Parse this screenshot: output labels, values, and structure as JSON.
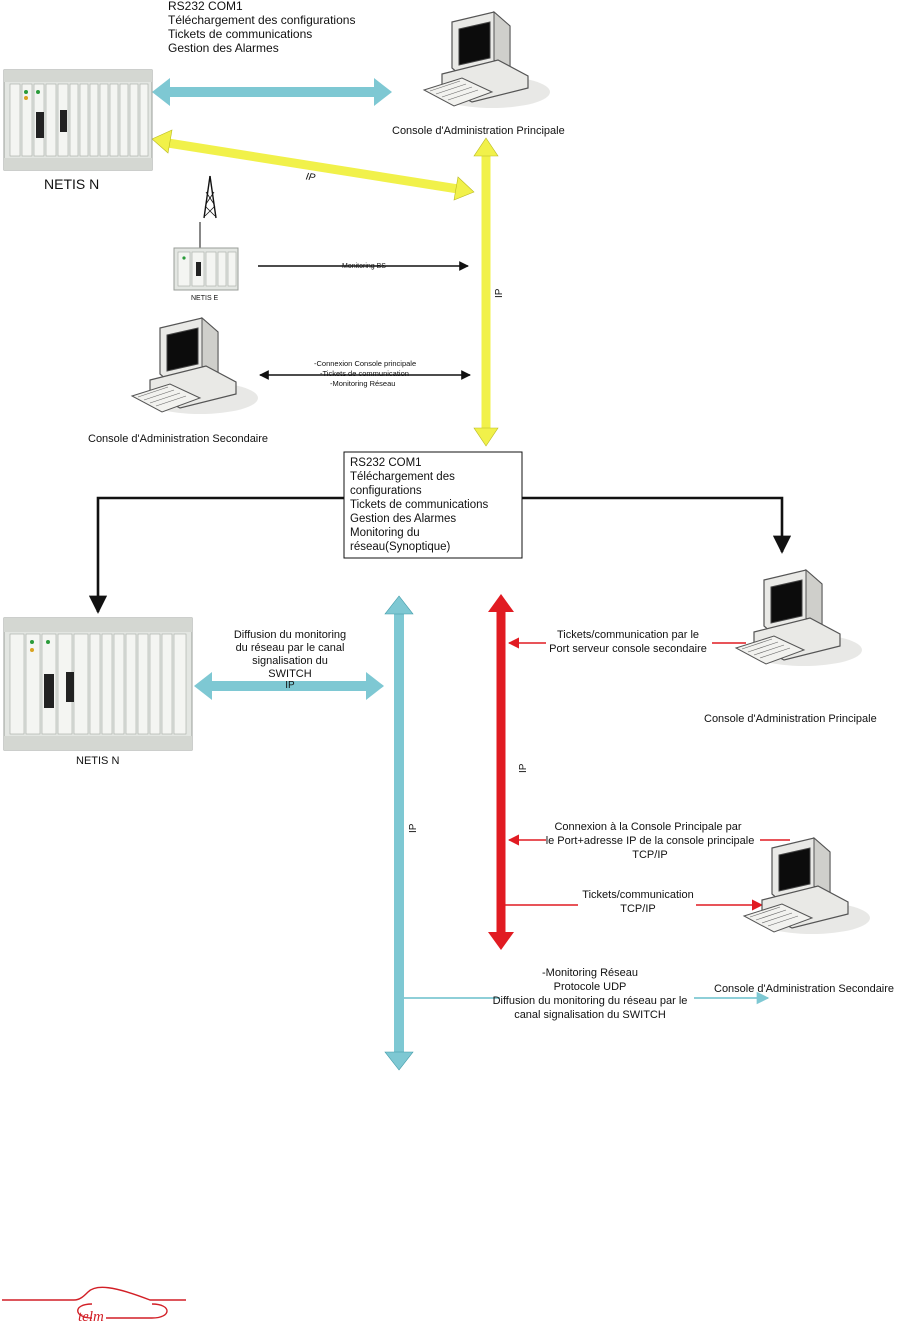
{
  "colors": {
    "cyan": "#7ec8d3",
    "cyan_dark": "#3f9aa8",
    "yellow": "#f1f14a",
    "yellow_dark": "#b9b922",
    "red": "#e11b22",
    "black": "#111111",
    "logo": "#d21f26"
  },
  "top": {
    "rs232_block": [
      "RS232 COM1",
      "Téléchargement des configurations",
      "Tickets de communications",
      "Gestion des Alarmes"
    ],
    "netis_n_label": "NETIS N",
    "console_principale_label": "Console d'Administration Principale",
    "ip_label_diag": "IP",
    "ip_label_vertical": "IP",
    "netis_e_label": "NETIS E",
    "monitoring_bs_label": "Monitoring BS",
    "secondary_lines": [
      "-Connexion Console principale",
      "-Tickets de communication",
      "-Monitoring Réseau"
    ],
    "console_secondaire_label": "Console d'Administration Secondaire"
  },
  "middle_box": {
    "lines": [
      "RS232 COM1",
      "Téléchargement des",
      "configurations",
      "Tickets de communications",
      "Gestion des Alarmes",
      "Monitoring du",
      "réseau(Synoptique)"
    ]
  },
  "bottom": {
    "netis_n_label": "NETIS N",
    "diffusion_lines": [
      "Diffusion du monitoring",
      "du réseau par le canal",
      "signalisation du",
      "SWITCH"
    ],
    "ip_under_switch": "IP",
    "ip_vertical_cyan": "IP",
    "ip_vertical_red": "IP",
    "tickets_principale_lines": [
      "Tickets/communication par le",
      "Port serveur console secondaire"
    ],
    "console_principale_label": "Console d'Administration Principale",
    "connexion_lines": [
      "Connexion à la Console Principale par",
      "le Port+adresse IP de la console principale",
      "TCP/IP"
    ],
    "tickets_secondaire_lines": [
      "Tickets/communication",
      "TCP/IP"
    ],
    "console_secondaire_label": "Console d'Administration Secondaire",
    "monitoring_udp_lines": [
      "-Monitoring Réseau",
      "Protocole UDP",
      "Diffusion du monitoring du réseau par le",
      "canal signalisation du SWITCH"
    ]
  },
  "logo": {
    "text": "telm"
  }
}
